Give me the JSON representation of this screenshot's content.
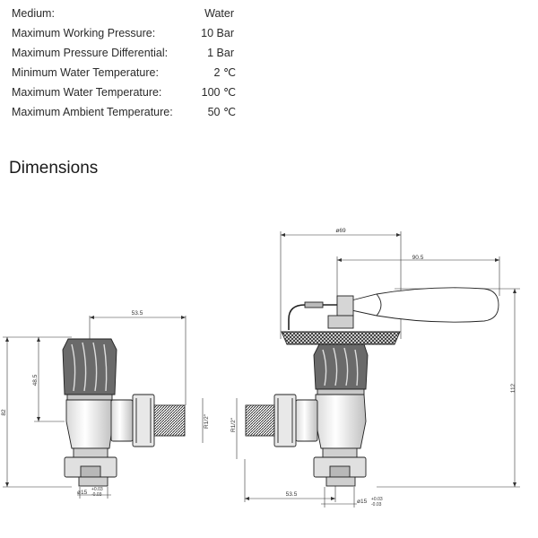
{
  "specs": [
    {
      "label": "Medium:",
      "value": "Water"
    },
    {
      "label": "Maximum Working Pressure:",
      "value": "10 Bar"
    },
    {
      "label": "Maximum Pressure Differential:",
      "value": "1 Bar"
    },
    {
      "label": "Minimum Water Temperature:",
      "value": "2 ℃"
    },
    {
      "label": "Maximum Water Temperature:",
      "value": "100 ℃"
    },
    {
      "label": "Maximum Ambient Temperature:",
      "value": "50 ℃"
    }
  ],
  "section_title": "Dimensions",
  "left_view": {
    "width_dim": "53.5",
    "height_dim": "82",
    "cap_dim": "48.5",
    "thread_label": "R1/2\"",
    "bottom_dim": "ø15",
    "tol_top": "+0.03",
    "tol_bottom": "-0.03"
  },
  "right_view": {
    "top_dim": "ø69",
    "lever_dim": "90.5",
    "height_dim": "112",
    "thread_label": "R1/2\"",
    "width_dim": "53.5",
    "bottom_dim": "ø15",
    "tol_top": "+0.03",
    "tol_bottom": "-0.03"
  }
}
